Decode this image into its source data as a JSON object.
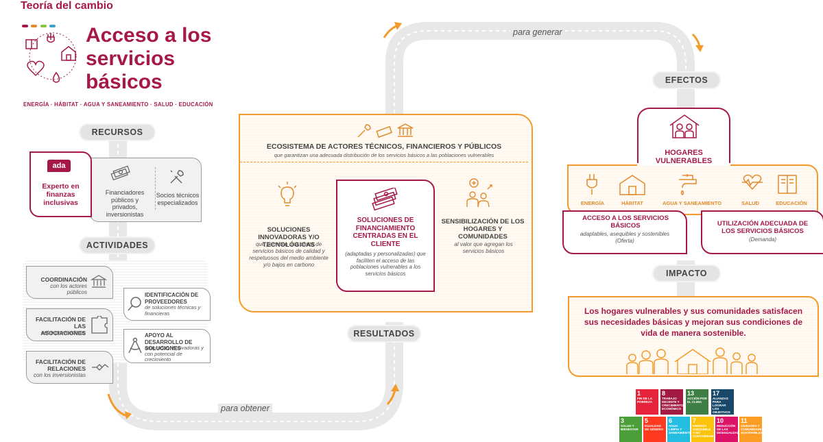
{
  "header": {
    "kicker": "Teoría del cambio",
    "title_lines": [
      "Acceso a los",
      "servicios",
      "básicos"
    ],
    "sectors": "ENERGÍA · HÁBITAT · AGUA Y SANEAMIENTO · SALUD · EDUCACIÓN"
  },
  "flow": {
    "top_label": "para generar",
    "bottom_label": "para obtener"
  },
  "recursos": {
    "label": "RECURSOS",
    "ada_logo": "ada",
    "ada_text": "Experto en finanzas inclusivas",
    "financiadores": "Financiadores públicos y privados, inversionistas",
    "socios": "Socios técnicos especializados"
  },
  "actividades": {
    "label": "ACTIVIDADES",
    "items": [
      {
        "title": "COORDINACIÓN",
        "desc": "con los actores públicos"
      },
      {
        "title": "FACILITACIÓN DE LAS ASOCIACIONES",
        "desc": "entre proveedores"
      },
      {
        "title": "FACILITACIÓN DE RELACIONES",
        "desc": "con los inversionistas"
      },
      {
        "title": "IDENTIFICACIÓN DE PROVEEDORES",
        "desc": "de soluciones técnicas y financieras"
      },
      {
        "title": "APOYO AL DESARROLLO DE SOLUCIONES",
        "desc": "adaptadas, innovadoras y con potencial de crecimiento"
      }
    ]
  },
  "ecosistema": {
    "title": "ECOSISTEMA DE ACTORES TÉCNICOS, FINANCIEROS Y PÚBLICOS",
    "subtitle": "que garantizan una adecuada distribución de los servicios básicos a las poblaciones vulnerables",
    "col1_title": "SOLUCIONES INNOVADORAS Y/O TECNOLÓGICAS",
    "col1_desc": "que permiten una oferta de servicios básicos de calidad y respetuosos del medio ambiente y/o bajos en carbono",
    "col2_title": "SOLUCIONES DE FINANCIAMIENTO CENTRADAS EN EL CLIENTE",
    "col2_desc": "(adaptadas y personalizadas) que faciliten el acceso de las poblaciones vulnerables a los servicios básicos",
    "col3_title": "SENSIBILIZACIÓN DE LOS HOGARES Y COMUNIDADES",
    "col3_desc": "al valor que agregan los servicios básicos"
  },
  "resultados": {
    "label": "RESULTADOS"
  },
  "efectos": {
    "label": "EFECTOS",
    "hogares": "HOGARES VULNERABLES",
    "sectors": [
      "ENERGÍA",
      "HÁBITAT",
      "AGUA Y SANEAMIENTO",
      "SALUD",
      "EDUCACIÓN"
    ],
    "acceso_title": "ACCESO A LOS SERVICIOS BÁSICOS",
    "acceso_desc": "adaptables, asequibles y sostenibles",
    "acceso_tag": "(Oferta)",
    "uso_title": "UTILIZACIÓN ADECUADA DE LOS SERVICIOS BÁSICOS",
    "uso_tag": "(Demanda)"
  },
  "impacto": {
    "label": "IMPACTO",
    "text": "Los hogares vulnerables y sus comunidades satisfacen sus necesidades básicas y mejoran sus condiciones de vida de manera sostenible."
  },
  "sdg": [
    {
      "num": "1",
      "text": "FIN DE LA POBREZA",
      "color": "#e5243b"
    },
    {
      "num": "8",
      "text": "TRABAJO DECENTE Y CRECIMIENTO ECONÓMICO",
      "color": "#a21942"
    },
    {
      "num": "13",
      "text": "ACCIÓN POR EL CLIMA",
      "color": "#3f7e44"
    },
    {
      "num": "17",
      "text": "ALIANZAS PARA LOGRAR LOS OBJETIVOS",
      "color": "#19486a"
    },
    {
      "num": "3",
      "text": "SALUD Y BIENESTAR",
      "color": "#4c9f38"
    },
    {
      "num": "5",
      "text": "IGUALDAD DE GÉNERO",
      "color": "#ff3a21"
    },
    {
      "num": "6",
      "text": "AGUA LIMPIA Y SANEAMIENTO",
      "color": "#26bde2"
    },
    {
      "num": "7",
      "text": "ENERGÍA ASEQUIBLE Y NO CONTAMINANTE",
      "color": "#fcc30b"
    },
    {
      "num": "10",
      "text": "REDUCCIÓN DE LAS DESIGUALDADES",
      "color": "#dd1367"
    },
    {
      "num": "11",
      "text": "CIUDADES Y COMUNIDADES SOSTENIBLES",
      "color": "#fd9d24"
    }
  ],
  "colors": {
    "accent": "#a6174a",
    "orange": "#f39a2a",
    "gray": "#e4e4e4"
  }
}
